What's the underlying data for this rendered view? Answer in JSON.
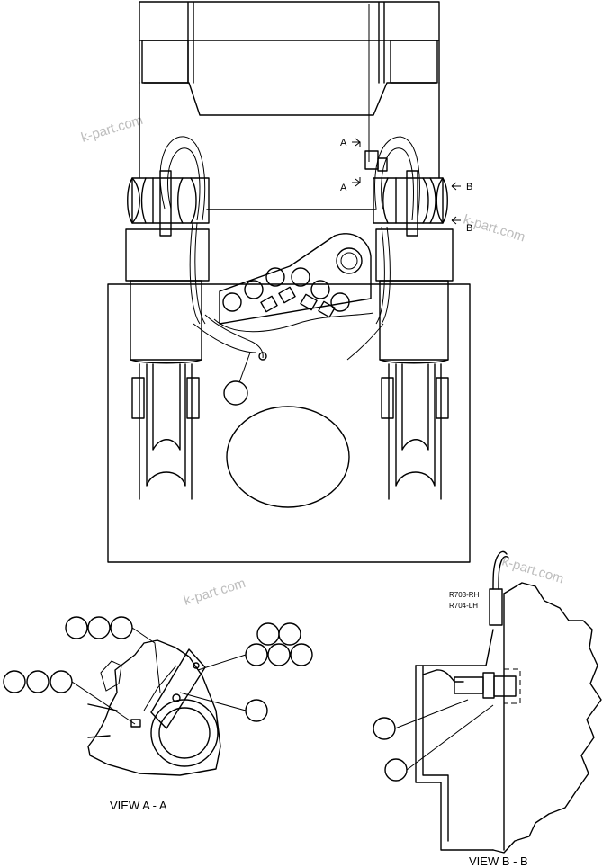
{
  "watermark": "k-part.com",
  "section_markers": {
    "a_upper": "A",
    "a_lower": "A",
    "b_upper": "B",
    "b_lower": "B"
  },
  "views": {
    "view_aa_title": "VIEW  A - A",
    "view_bb_title": "VIEW  B - B"
  },
  "part_notes": {
    "rh": "R703-RH",
    "lh": "R704-LH"
  }
}
